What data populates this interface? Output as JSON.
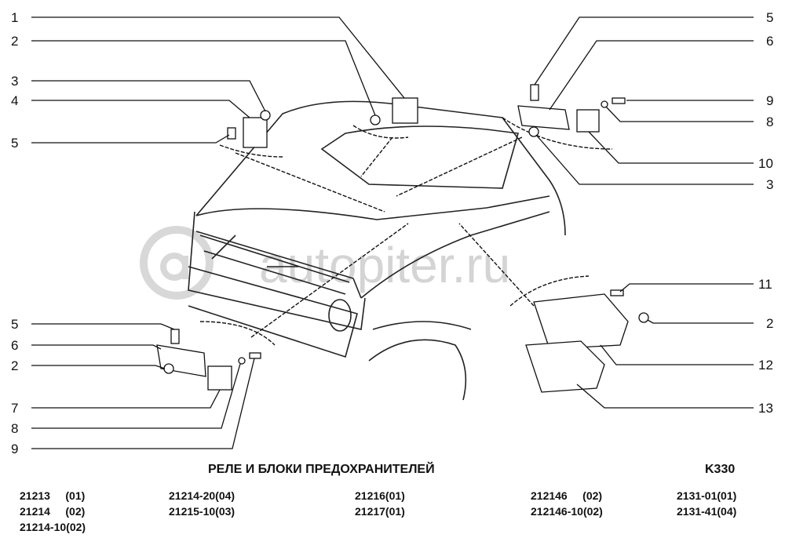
{
  "title": "РЕЛЕ И БЛОКИ ПРЕДОХРАНИТЕЛЕЙ",
  "code": "K330",
  "watermark": "autopiter.ru",
  "callouts_left_top": [
    "1",
    "2",
    "3",
    "4",
    "5"
  ],
  "callouts_right_top": [
    "5",
    "6",
    "9",
    "8",
    "10",
    "3"
  ],
  "callouts_right_bottom": [
    "11",
    "2",
    "12",
    "13"
  ],
  "callouts_left_bottom": [
    "5",
    "6",
    "2",
    "7",
    "8",
    "9"
  ],
  "models": [
    [
      "21213     (01)",
      "21214     (02)",
      "21214-10(02)"
    ],
    [
      "21214-20(04)",
      "21215-10(03)"
    ],
    [
      "21216(01)",
      "21217(01)"
    ],
    [
      "212146     (02)",
      "212146-10(02)"
    ],
    [
      "2131-01(01)",
      "2131-41(04)"
    ]
  ]
}
